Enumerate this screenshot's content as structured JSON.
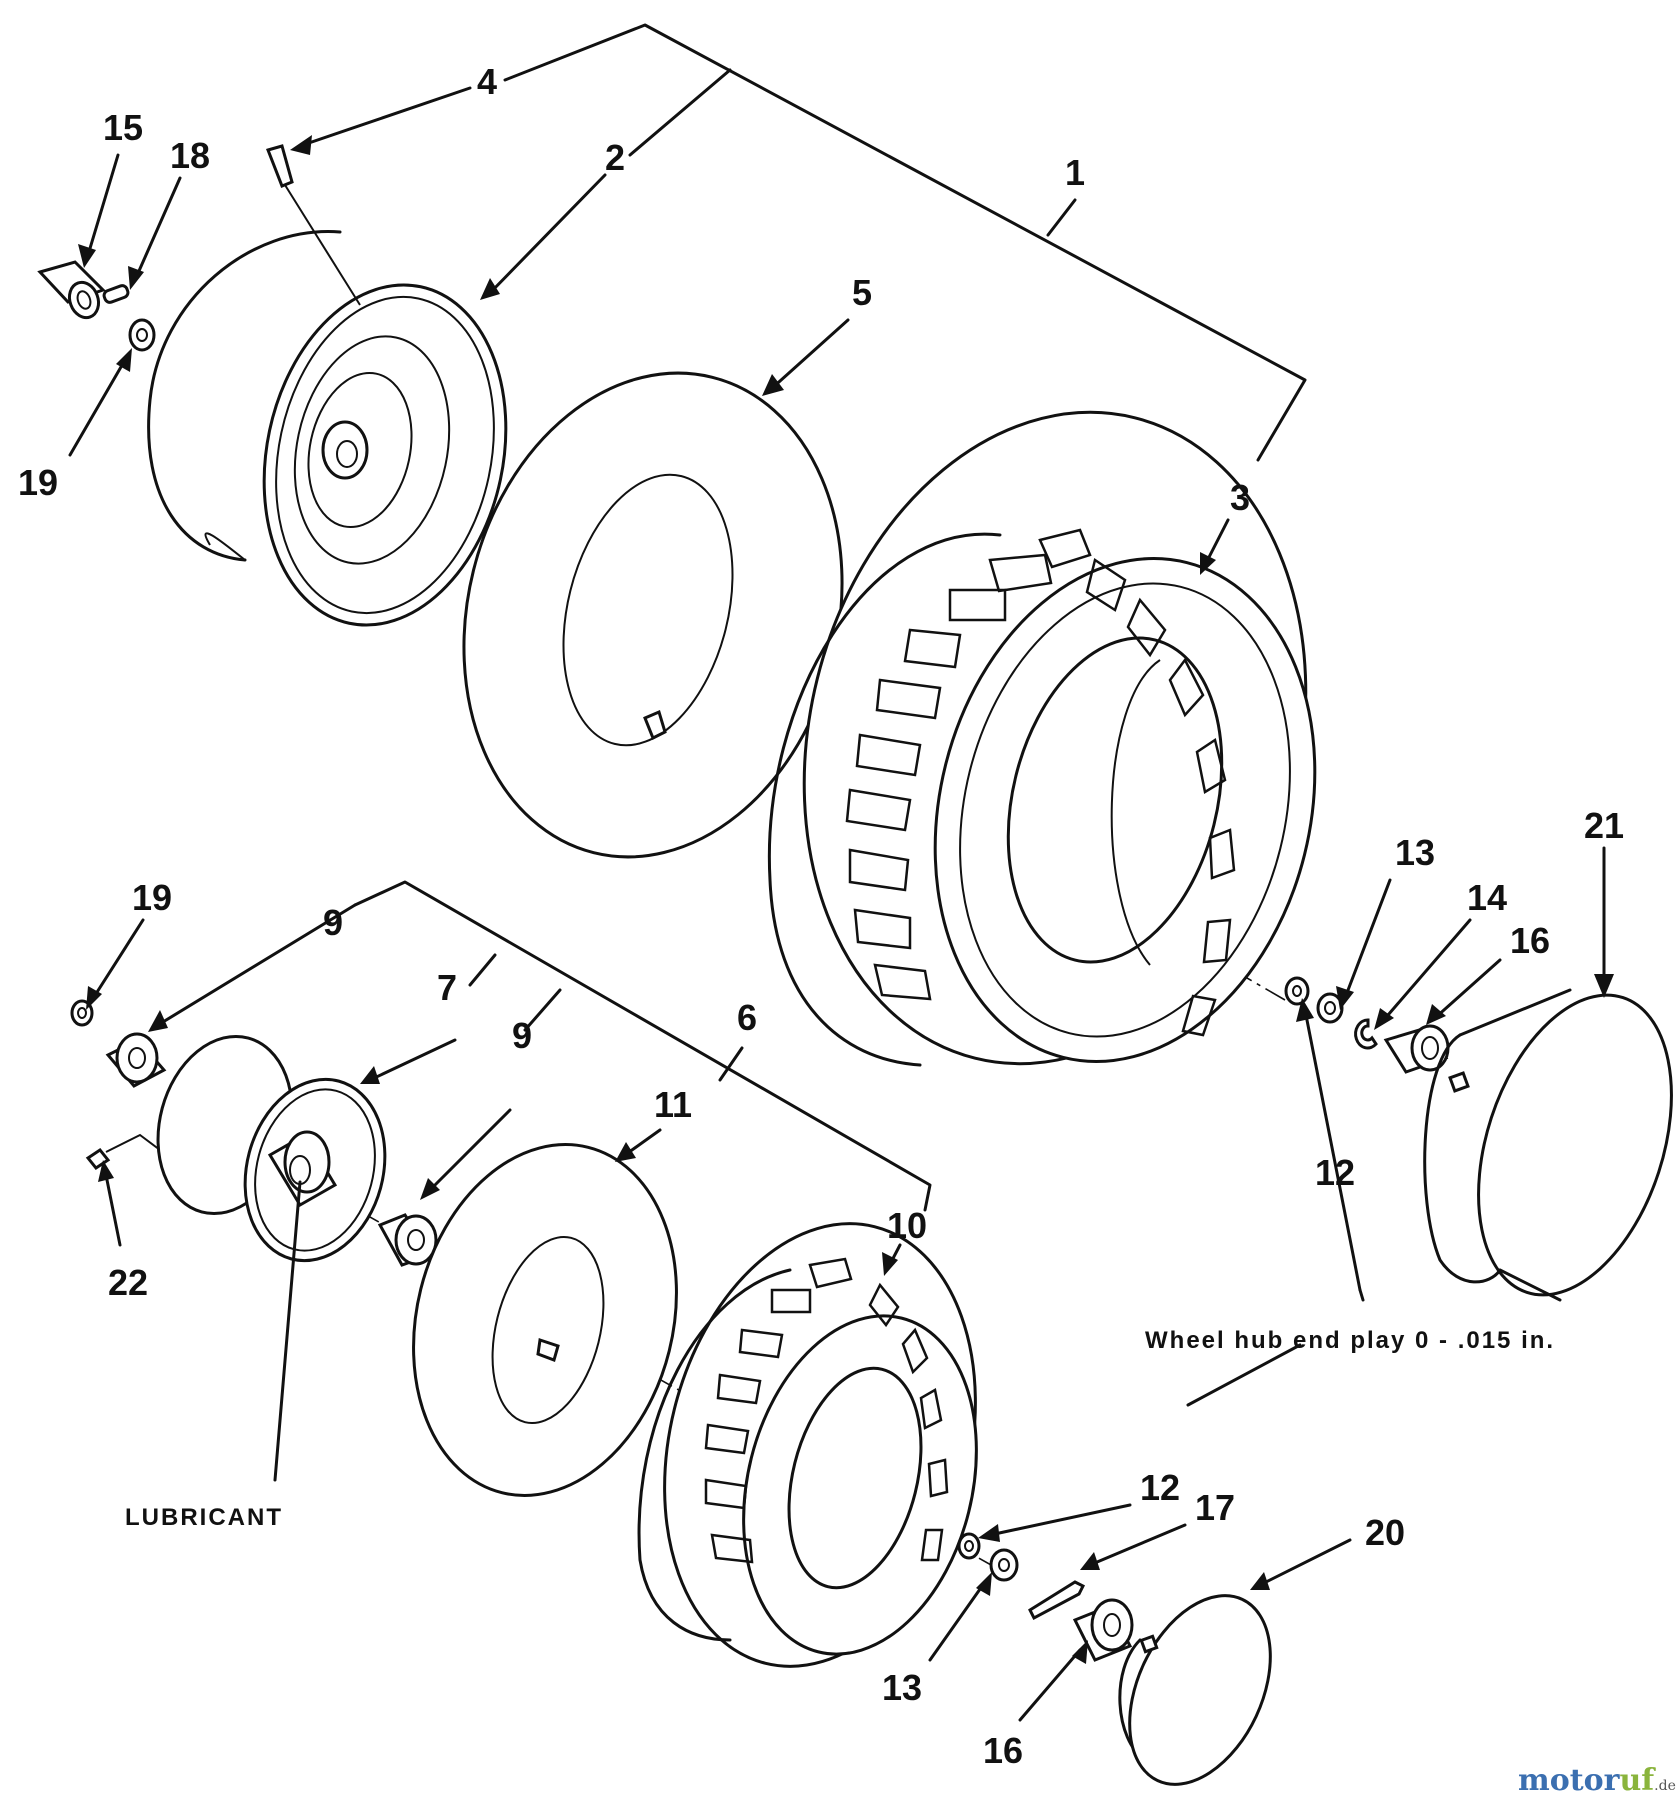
{
  "callouts": {
    "c1": "1",
    "c2": "2",
    "c3": "3",
    "c4": "4",
    "c5": "5",
    "c6": "6",
    "c7": "7",
    "c9a": "9",
    "c9b": "9",
    "c10": "10",
    "c11": "11",
    "c12a": "12",
    "c12b": "12",
    "c13a": "13",
    "c13b": "13",
    "c14": "14",
    "c15": "15",
    "c16a": "16",
    "c16b": "16",
    "c17": "17",
    "c18": "18",
    "c19a": "19",
    "c19b": "19",
    "c20": "20",
    "c21": "21",
    "c22": "22"
  },
  "notes": {
    "end_play": "Wheel hub end play 0 - .015 in.",
    "lubricant": "LUBRICANT"
  },
  "watermark": {
    "part1": "motor",
    "part2": "uf",
    "suffix": ".de"
  }
}
